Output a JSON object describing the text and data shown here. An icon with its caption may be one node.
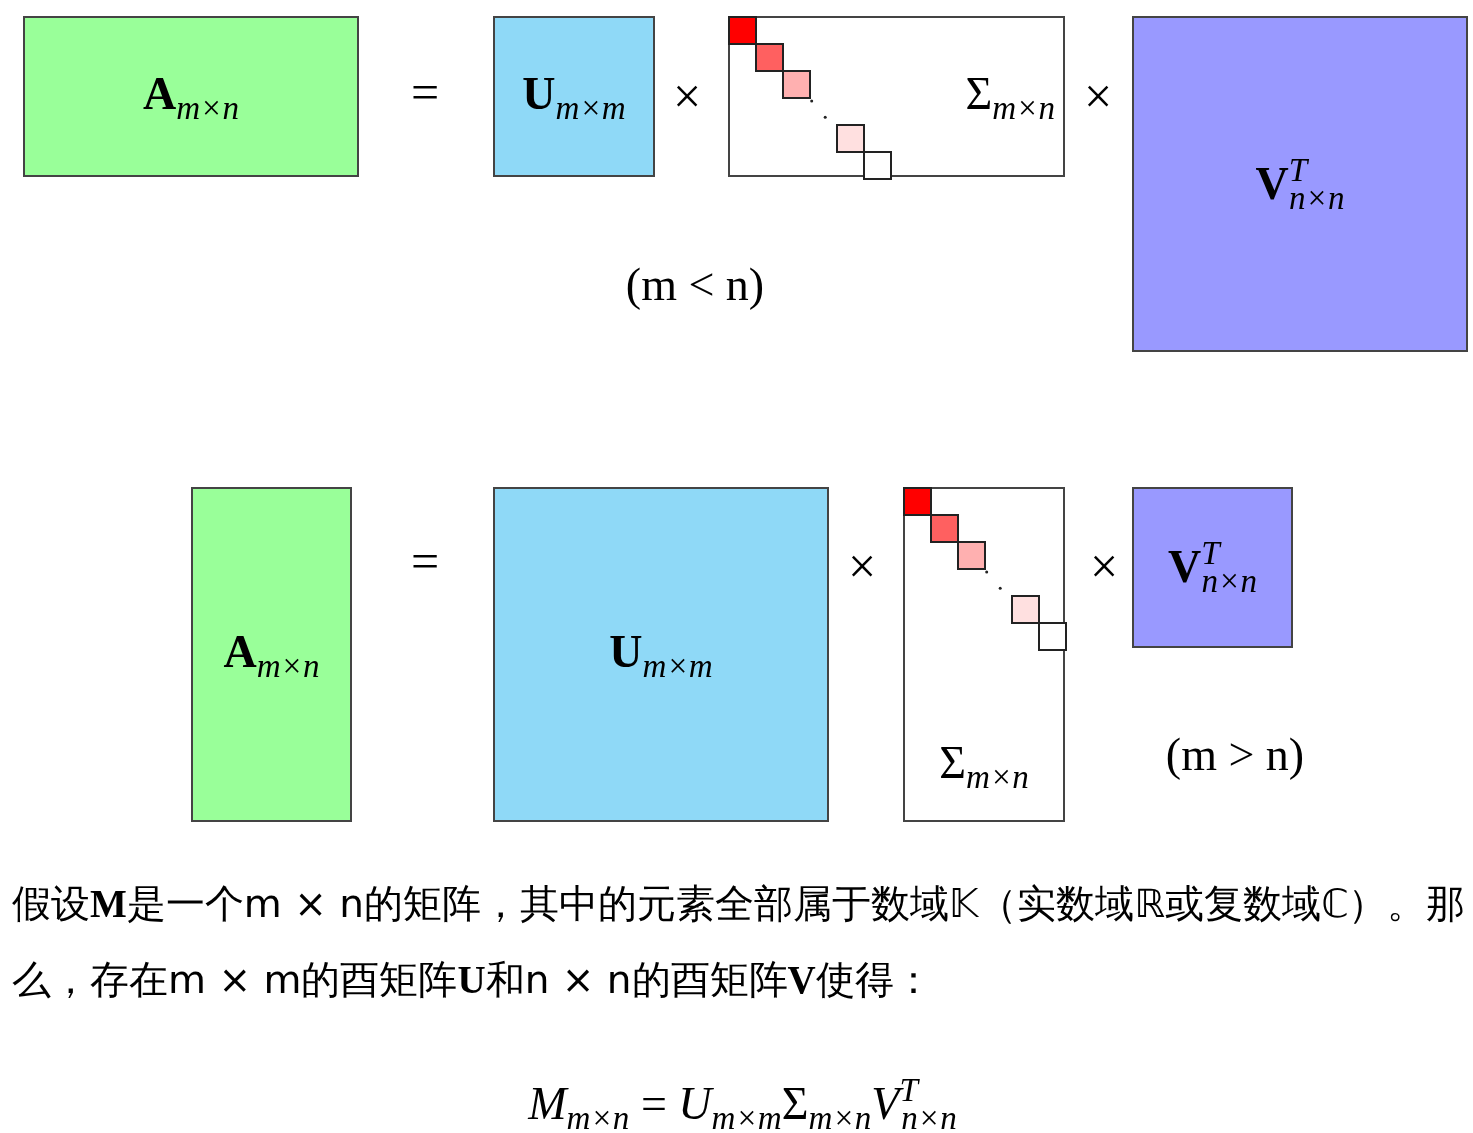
{
  "diagram": {
    "nodes": [
      {
        "text": [
          "**A**$_{m×n}$"
        ]
      },
      {
        "text": [
          "**U**$_{m×m}$"
        ]
      },
      {
        "text": [
          "Σ$_{m×n}$"
        ]
      },
      {
        "text": [
          "**V**$^{T}$$_{n×n}$"
        ]
      },
      {
        "text": [
          "**A**$_{m×n}$"
        ]
      },
      {
        "text": [
          "**U**$_{m×m}$"
        ]
      },
      {
        "text": [
          "Σ$_{m×n}$"
        ]
      },
      {
        "text": [
          "**V**$^{T}$$_{n×n}$"
        ]
      }
    ],
    "labels": [
      "=",
      "×",
      "×",
      "(m < n)",
      "=",
      "×",
      "×",
      "(m > n)",
      "假设**M**是一个m × n的矩阵，其中的元素全部属于数域𝕂（实数域ℝ或复数域ℂ）。那么，存在m × m的酉矩阵**U**和n × n的酉矩阵**V**使得：",
      "*M*$_{m×n}$ = *U*$_{m×m}$Σ$_{m×n}$*V*$^{T}$$_{n×n}$"
    ]
  }
}
